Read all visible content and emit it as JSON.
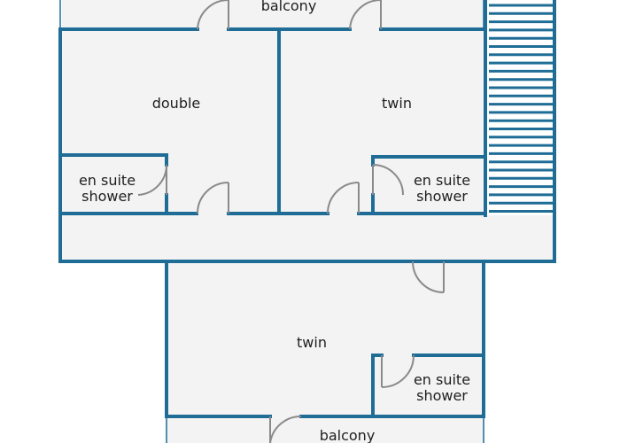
{
  "floorplan": {
    "colors": {
      "wall": "#1f6d96",
      "door": "#8a8a8a",
      "floor": "#f3f3f3",
      "background": "#ffffff",
      "text": "#1e1e1e"
    },
    "labels": {
      "balcony_top": "balcony",
      "double": "double",
      "twin_top": "twin",
      "ensuite_left": [
        "en suite",
        "shower"
      ],
      "ensuite_right": [
        "en suite",
        "shower"
      ],
      "twin_bottom": "twin",
      "ensuite_bottom": [
        "en suite",
        "shower"
      ],
      "balcony_bottom": "balcony"
    },
    "stair_icon": "staircase-icon"
  }
}
